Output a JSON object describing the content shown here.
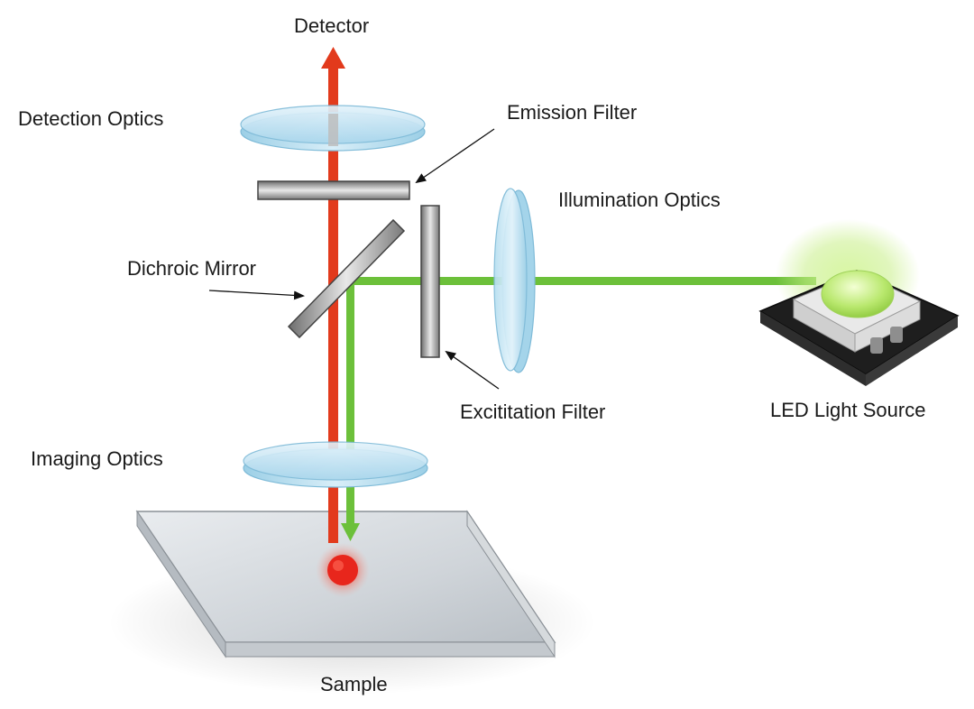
{
  "labels": {
    "detector": "Detector",
    "detection_optics": "Detection Optics",
    "emission_filter": "Emission Filter",
    "illumination_optics": "Illumination Optics",
    "dichroic_mirror": "Dichroic Mirror",
    "excitation_filter": "Excititation Filter",
    "led_light_source": "LED Light Source",
    "imaging_optics": "Imaging Optics",
    "sample": "Sample"
  },
  "colors": {
    "emission_beam": "#e23a1c",
    "excitation_beam": "#6cc03a",
    "lens_fill": "#cfe8f5",
    "lens_edge": "#8cc4e0",
    "filter_gray": "#9a9a9a",
    "led_glow": "#c6f08a",
    "sample_spot": "#e8261c"
  }
}
